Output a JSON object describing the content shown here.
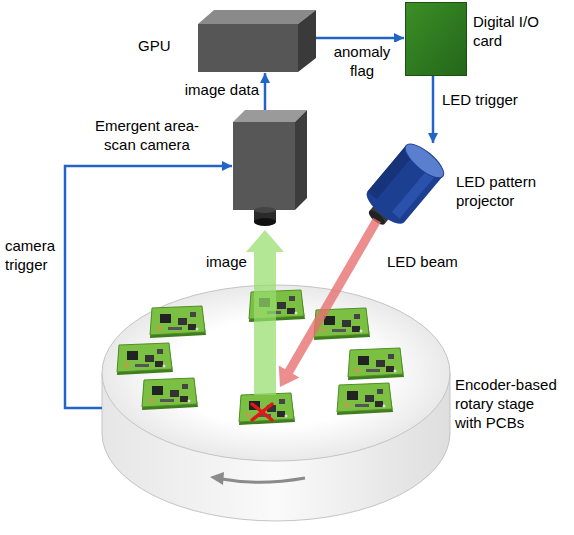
{
  "diagram": {
    "nodes": [
      {
        "text": [
          "GPU"
        ]
      },
      {
        "text": [
          "Digital I/O card"
        ]
      },
      {
        "text": [
          "Emergent area-scan camera"
        ]
      },
      {
        "text": [
          "LED pattern projector"
        ]
      },
      {
        "text": [
          "Encoder-based rotary stage with PCBs"
        ]
      }
    ],
    "edges": [
      {
        "from": 2,
        "to": 0,
        "label": "image data",
        "arrow": "to"
      },
      {
        "from": 0,
        "to": 1,
        "label": "anomaly flag",
        "arrow": "to"
      },
      {
        "from": 1,
        "to": 3,
        "label": "LED trigger",
        "arrow": "to"
      },
      {
        "from": 4,
        "to": 2,
        "label": "camera trigger",
        "arrow": "to"
      },
      {
        "from": 4,
        "to": 2,
        "label": "image",
        "arrow": "to"
      },
      {
        "from": 3,
        "to": 4,
        "label": "LED beam",
        "arrow": "to"
      }
    ]
  }
}
